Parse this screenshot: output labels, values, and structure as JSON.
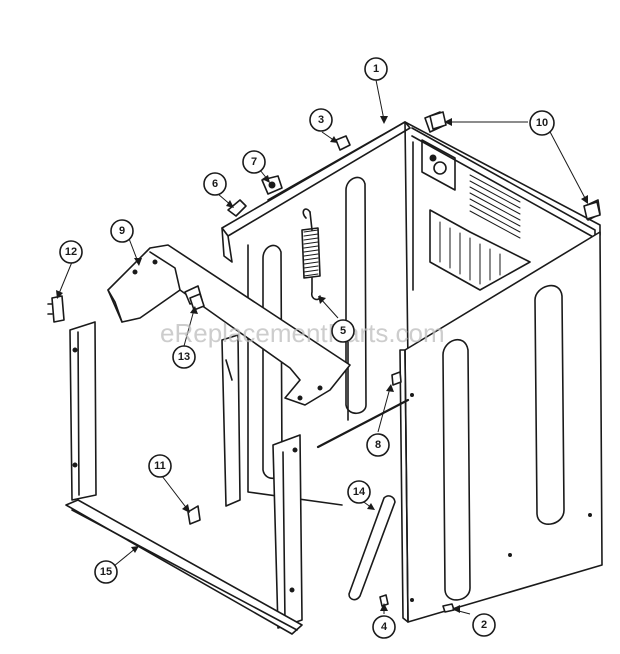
{
  "watermark": "eReplacementParts.com",
  "callouts": [
    {
      "id": "c1",
      "label": "1"
    },
    {
      "id": "c2",
      "label": "2"
    },
    {
      "id": "c3",
      "label": "3"
    },
    {
      "id": "c4",
      "label": "4"
    },
    {
      "id": "c5",
      "label": "5"
    },
    {
      "id": "c6",
      "label": "6"
    },
    {
      "id": "c7",
      "label": "7"
    },
    {
      "id": "c8",
      "label": "8"
    },
    {
      "id": "c9",
      "label": "9"
    },
    {
      "id": "c10",
      "label": "10"
    },
    {
      "id": "c11",
      "label": "11"
    },
    {
      "id": "c12",
      "label": "12"
    },
    {
      "id": "c13",
      "label": "13"
    },
    {
      "id": "c14",
      "label": "14"
    },
    {
      "id": "c15",
      "label": "15"
    }
  ]
}
